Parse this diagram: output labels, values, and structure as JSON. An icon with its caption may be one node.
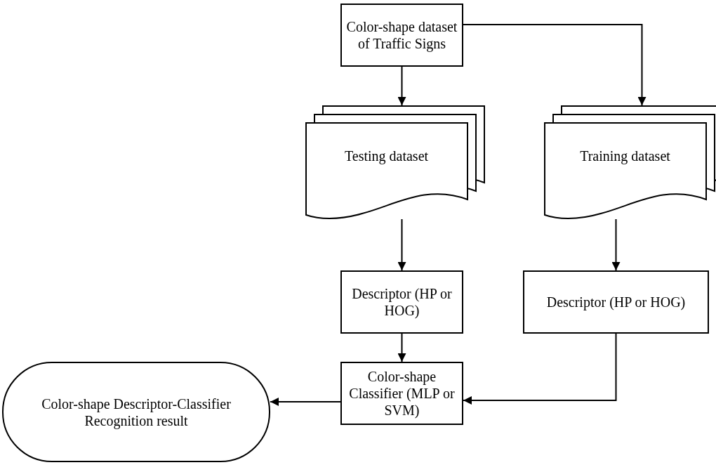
{
  "diagram": {
    "nodes": [
      {
        "text": [
          "Color-shape dataset of Traffic Signs"
        ]
      },
      {
        "text": [
          "Testing dataset"
        ]
      },
      {
        "text": [
          "Training dataset"
        ]
      },
      {
        "text": [
          "Descriptor (HP or HOG)"
        ]
      },
      {
        "text": [
          "Descriptor (HP or HOG)"
        ]
      },
      {
        "text": [
          "Color-shape Classifier (MLP or SVM)"
        ]
      },
      {
        "text": [
          "Color-shape Descriptor-Classifier Recognition result"
        ]
      }
    ],
    "edges": [
      {
        "from": 0,
        "to": 1,
        "arrow": "to"
      },
      {
        "from": 0,
        "to": 2,
        "arrow": "to"
      },
      {
        "from": 1,
        "to": 3,
        "arrow": "to"
      },
      {
        "from": 2,
        "to": 4,
        "arrow": "to"
      },
      {
        "from": 3,
        "to": 5,
        "arrow": "to"
      },
      {
        "from": 4,
        "to": 5,
        "arrow": "to"
      },
      {
        "from": 5,
        "to": 6,
        "arrow": "to"
      }
    ]
  }
}
